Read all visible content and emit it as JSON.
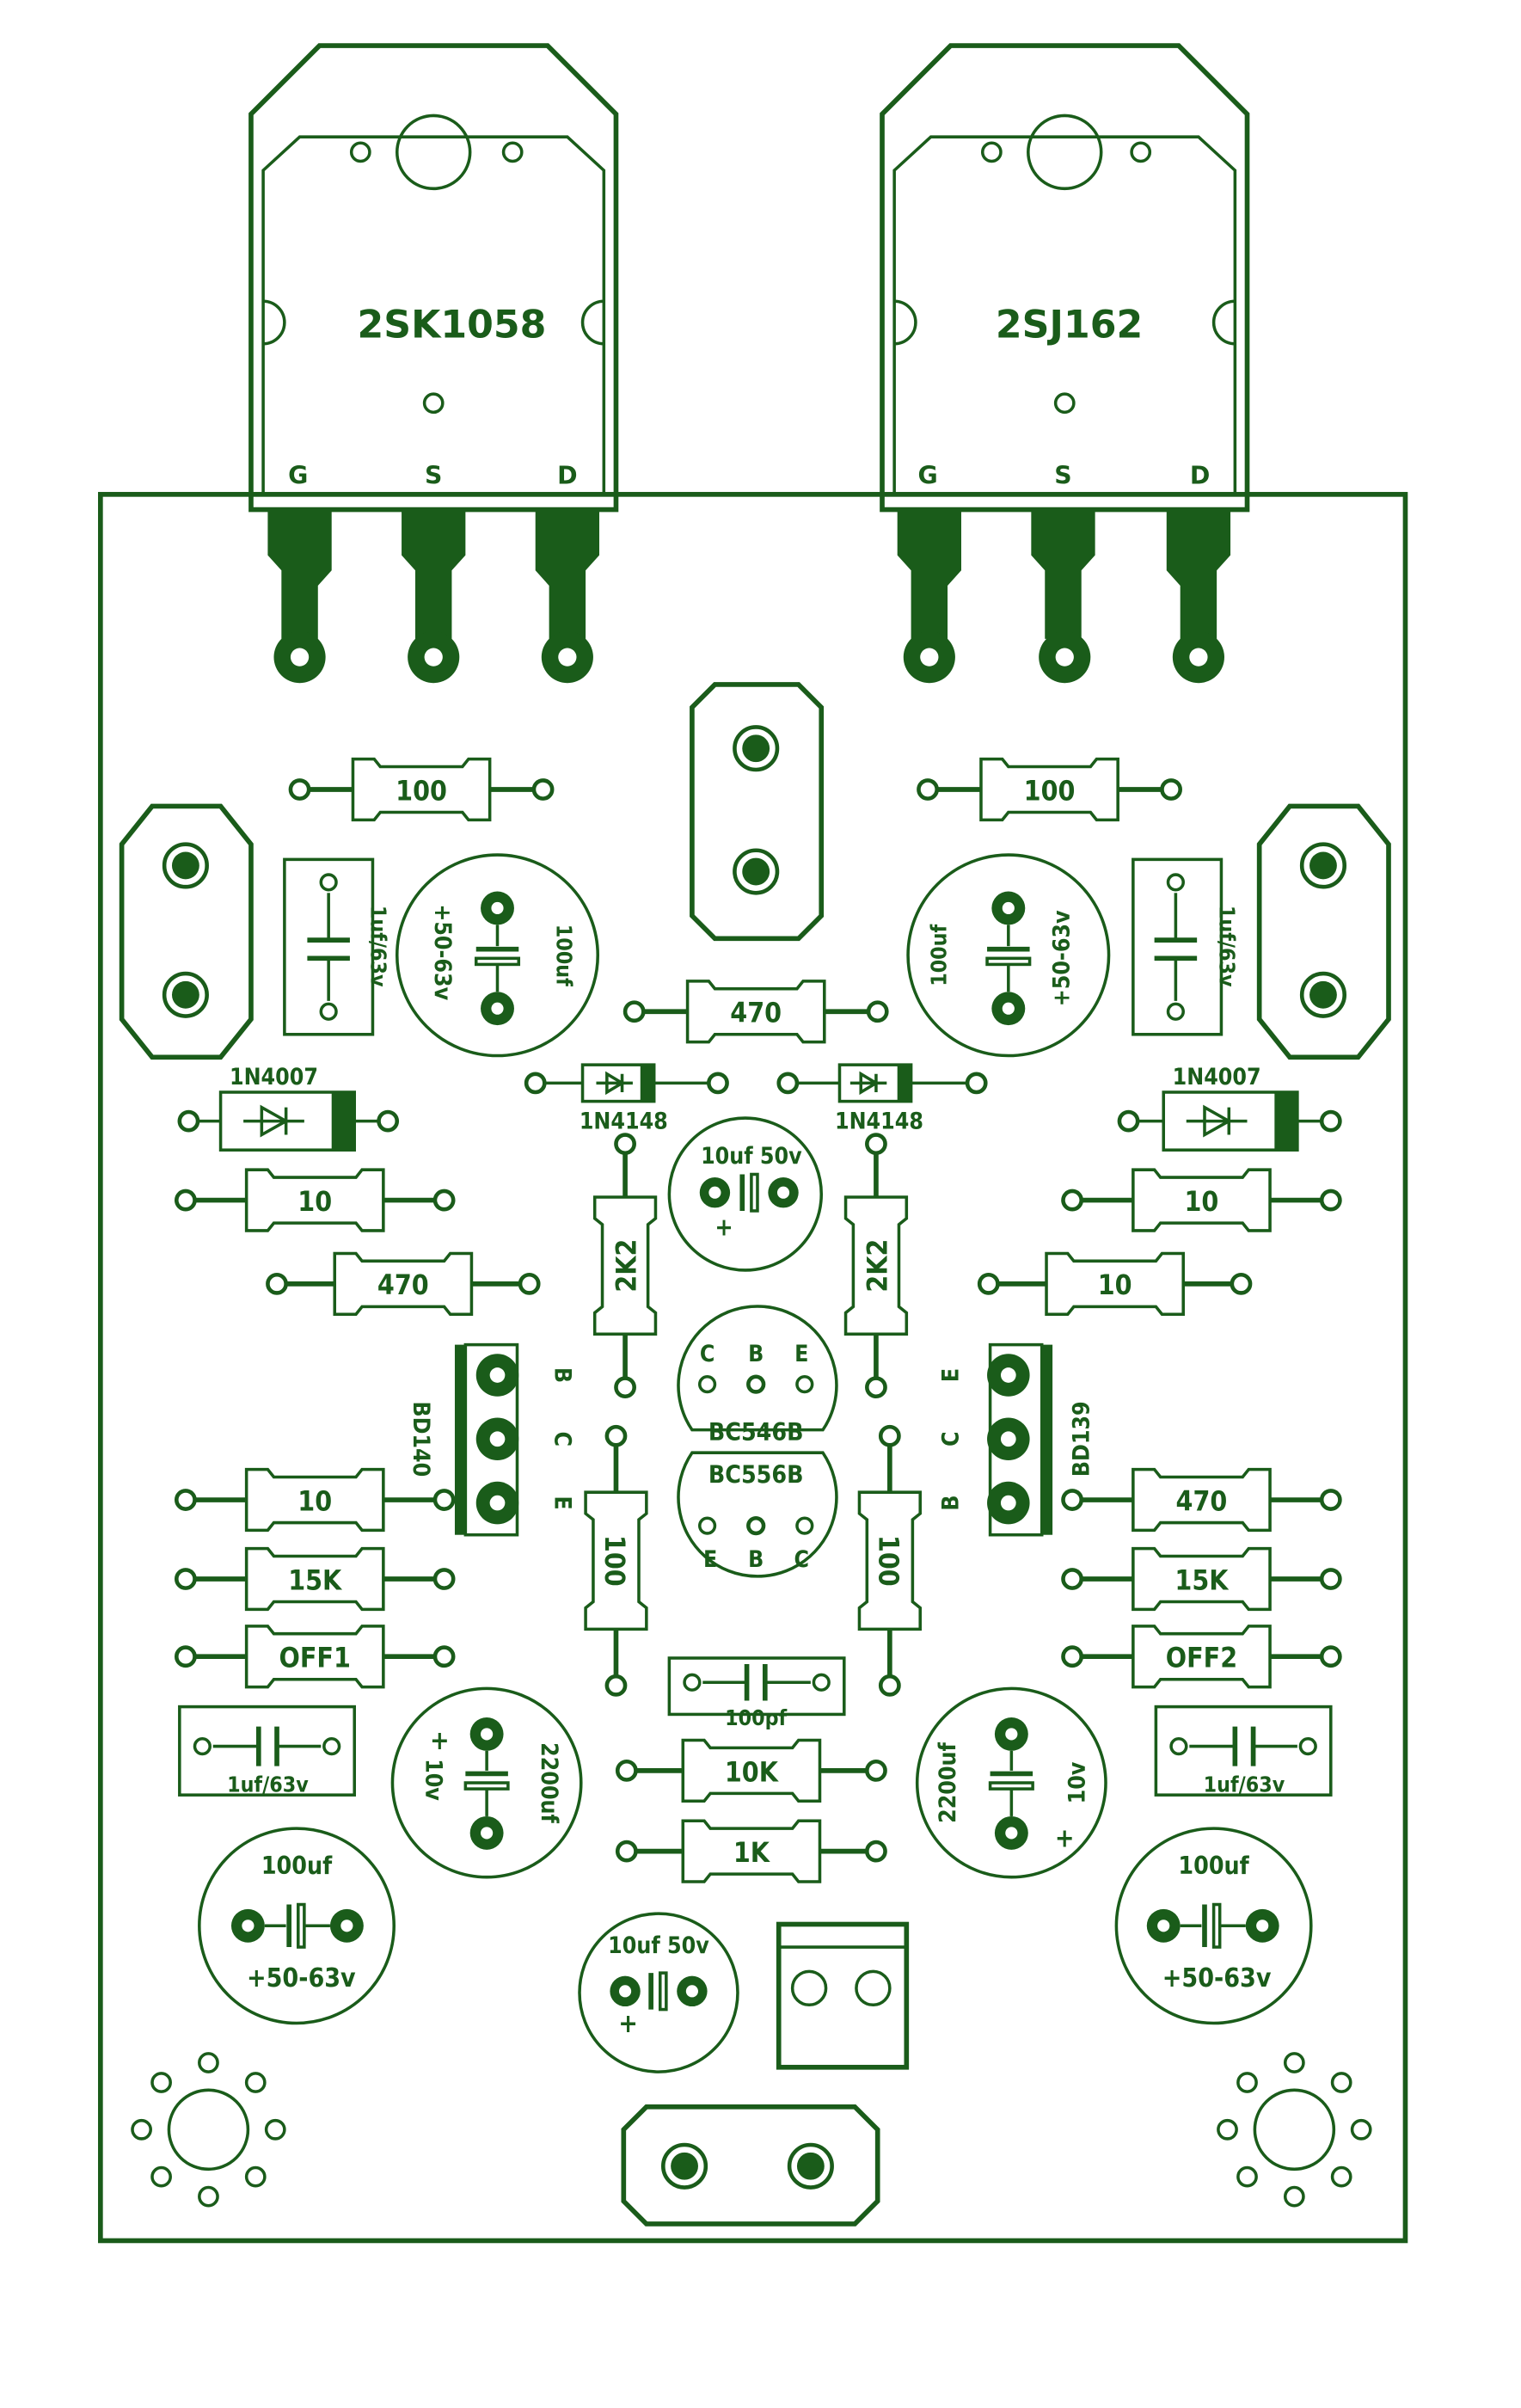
{
  "transistors": {
    "left": {
      "name": "2SK1058",
      "pins": [
        "G",
        "S",
        "D"
      ]
    },
    "right": {
      "name": "2SJ162",
      "pins": [
        "G",
        "S",
        "D"
      ]
    }
  },
  "resistors": {
    "r100_left": "100",
    "r100_right": "100",
    "r470_center": "470",
    "r10_left_top": "10",
    "r470_left": "470",
    "r10_right_top": "10",
    "r10_right_2": "10",
    "r2k2_left": "2K2",
    "r2k2_right": "2K2",
    "r10_left_bottom": "10",
    "r15k_left": "15K",
    "off1": "OFF1",
    "r100_vert_left": "100",
    "r100_vert_right": "100",
    "r470_right": "470",
    "r15k_right": "15K",
    "off2": "OFF2",
    "r10k": "10K",
    "r1k": "1K"
  },
  "capacitors": {
    "film_left_top": "1uf/63v",
    "film_right_top": "1uf/63v",
    "elec_left_top": {
      "value": "100uf",
      "voltage": "+50-63v"
    },
    "elec_right_top": {
      "value": "100uf",
      "voltage": "+50-63v"
    },
    "elec_center": {
      "value": "10uf 50v",
      "plus": "+"
    },
    "ceramic": "100pf",
    "film_left_bottom": "1uf/63v",
    "film_right_bottom": "1uf/63v",
    "elec_2200_left": {
      "value": "2200uf",
      "voltage": "10v",
      "plus": "+"
    },
    "elec_2200_right": {
      "value": "2200uf",
      "voltage": "10v",
      "plus": "+"
    },
    "elec_left_bottom": {
      "value": "100uf",
      "voltage": "+50-63v"
    },
    "elec_right_bottom": {
      "value": "100uf",
      "voltage": "+50-63v"
    },
    "elec_center_bottom": {
      "value": "10uf 50v",
      "plus": "+"
    }
  },
  "diodes": {
    "zener_left": "1N4007",
    "zener_right": "1N4007",
    "signal_left": "1N4148",
    "signal_right": "1N4148"
  },
  "small_transistors": {
    "top": {
      "name": "BC546B",
      "pins": [
        "C",
        "B",
        "E"
      ]
    },
    "bottom": {
      "name": "BC556B",
      "pins": [
        "E",
        "B",
        "C"
      ]
    }
  },
  "drivers": {
    "left": {
      "name": "BD140",
      "pins": [
        "B",
        "C",
        "E"
      ]
    },
    "right": {
      "name": "BD139",
      "pins": [
        "E",
        "C",
        "B"
      ]
    }
  },
  "colors": {
    "trace": "#1a5c1a",
    "background": "#ffffff"
  }
}
